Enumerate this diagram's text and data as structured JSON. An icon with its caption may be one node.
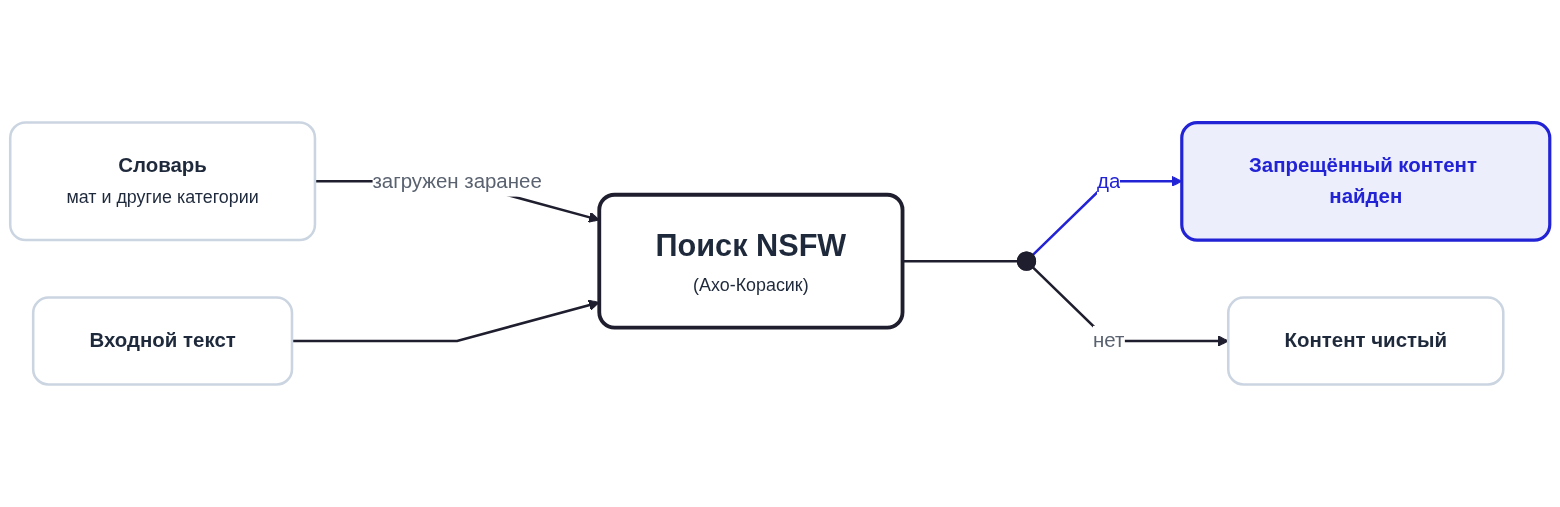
{
  "diagram": {
    "nodes": [
      {
        "text": [
          "Словарь",
          "мат и другие категории"
        ]
      },
      {
        "text": [
          "Входной текст"
        ]
      },
      {
        "text": [
          "Поиск NSFW",
          "(Ахо-Корасик)"
        ]
      },
      {
        "text": [],
        "shape": "circle"
      },
      {
        "text": [
          "Запрещённый контент найден"
        ]
      },
      {
        "text": [
          "Контент чистый"
        ]
      }
    ],
    "edges": [
      {
        "from": 0,
        "to": 2,
        "arrow": "to",
        "label": "загружен заранее"
      },
      {
        "from": 1,
        "to": 2,
        "arrow": "to"
      },
      {
        "from": 2,
        "to": 3,
        "arrow": "none"
      },
      {
        "from": 3,
        "to": 4,
        "arrow": "to",
        "label": "да",
        "color": "#2323d6"
      },
      {
        "from": 3,
        "to": 5,
        "arrow": "to",
        "label": "нет"
      }
    ]
  }
}
